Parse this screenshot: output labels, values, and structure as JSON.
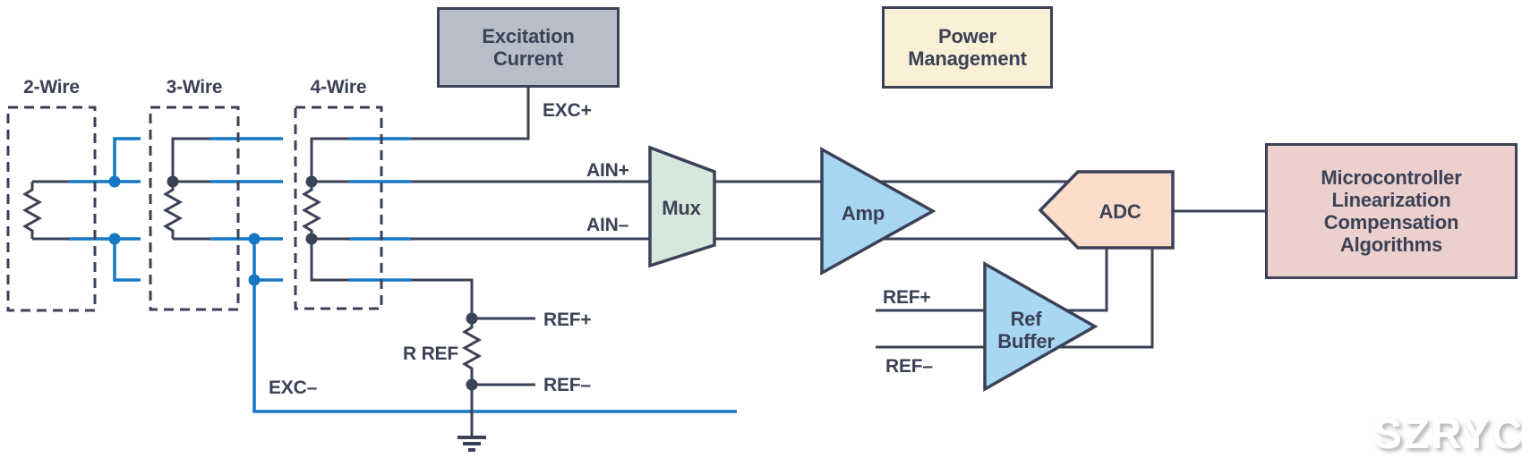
{
  "sensors": {
    "two_wire": "2-Wire",
    "three_wire": "3-Wire",
    "four_wire": "4-Wire"
  },
  "blocks": {
    "excitation_current": "Excitation\nCurrent",
    "power_management": "Power\nManagement",
    "mux": "Mux",
    "amp": "Amp",
    "adc": "ADC",
    "ref_buffer": "Ref\nBuffer",
    "microcontroller": "Microcontroller\nLinearization\nCompensation\nAlgorithms"
  },
  "net_labels": {
    "exc_plus": "EXC+",
    "exc_minus": "EXC–",
    "ain_plus": "AIN+",
    "ain_minus": "AIN–",
    "ref_plus": "REF+",
    "ref_minus": "REF–",
    "ref_buffer_in_plus": "REF+",
    "ref_buffer_in_minus": "REF–",
    "r_ref": "R REF"
  },
  "watermark": "SZRYC",
  "colors": {
    "wire_navy": "#3b4156",
    "wire_blue": "#1478c6",
    "fill_mux": "#d6e8dd",
    "fill_amp": "#a7d7f3",
    "fill_ref_buffer": "#a7d7f3",
    "fill_adc": "#fcdccb",
    "fill_microcontroller": "#ecd0cd",
    "fill_excitation": "#b9bdc9",
    "fill_power": "#faf0d5"
  }
}
